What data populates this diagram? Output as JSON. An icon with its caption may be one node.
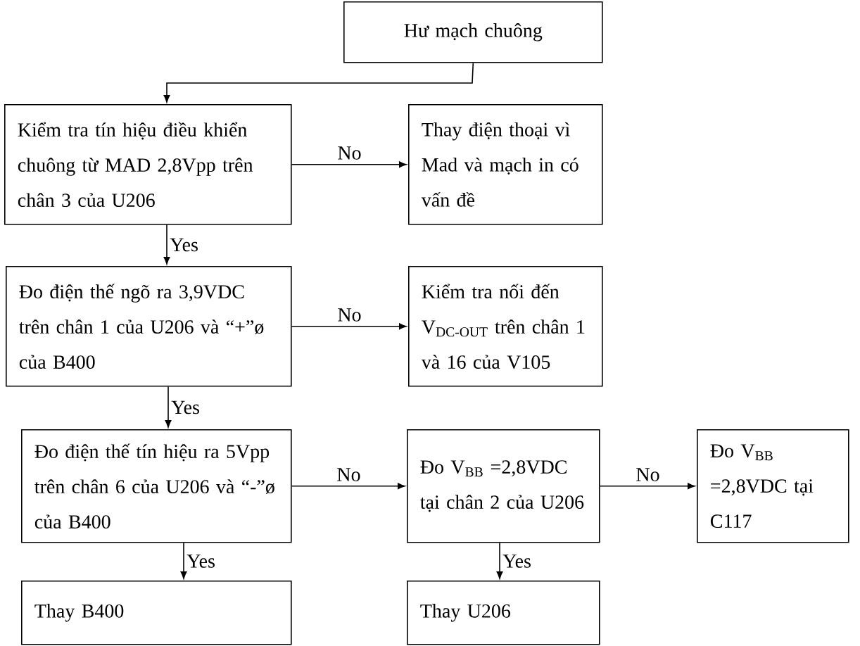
{
  "diagram": {
    "nodes": [
      {
        "text": [
          "Hư mạch chuông"
        ]
      },
      {
        "text": [
          "Kiểm tra tín hiệu điều khiển chuông từ MAD 2,8Vpp trên chân 3 của U206"
        ]
      },
      {
        "text": [
          "Thay điện thoại vì Mad và mạch in có vấn đề"
        ]
      },
      {
        "text": [
          "Đo điện thế ngõ ra 3,9VDC trên chân 1 của U206 và “+”ø của B400"
        ]
      },
      {
        "text": [
          "Kiểm tra nối đến V$_{DC-OUT}$ trên chân 1 và 16 của V105"
        ]
      },
      {
        "text": [
          "Đo điện thế tín hiệu ra 5Vpp trên chân 6 của U206 và “-”ø của B400"
        ]
      },
      {
        "text": [
          "Đo V$_{BB}$ =2,8VDC tại chân 2 của U206"
        ]
      },
      {
        "text": [
          "Đo V$_{BB}$ =2,8VDC tại C117"
        ]
      },
      {
        "text": [
          "Thay B400"
        ]
      },
      {
        "text": [
          "Thay U206"
        ]
      }
    ],
    "edges": [
      {
        "from": 0,
        "to": 1,
        "arrow": "to"
      },
      {
        "from": 1,
        "to": 2,
        "arrow": "to",
        "label": "No"
      },
      {
        "from": 1,
        "to": 3,
        "arrow": "to",
        "label": "Yes"
      },
      {
        "from": 3,
        "to": 4,
        "arrow": "to",
        "label": "No"
      },
      {
        "from": 3,
        "to": 5,
        "arrow": "to",
        "label": "Yes"
      },
      {
        "from": 5,
        "to": 6,
        "arrow": "to",
        "label": "No"
      },
      {
        "from": 6,
        "to": 7,
        "arrow": "to",
        "label": "No"
      },
      {
        "from": 5,
        "to": 8,
        "arrow": "to",
        "label": "Yes"
      },
      {
        "from": 6,
        "to": 9,
        "arrow": "to",
        "label": "Yes"
      }
    ]
  }
}
